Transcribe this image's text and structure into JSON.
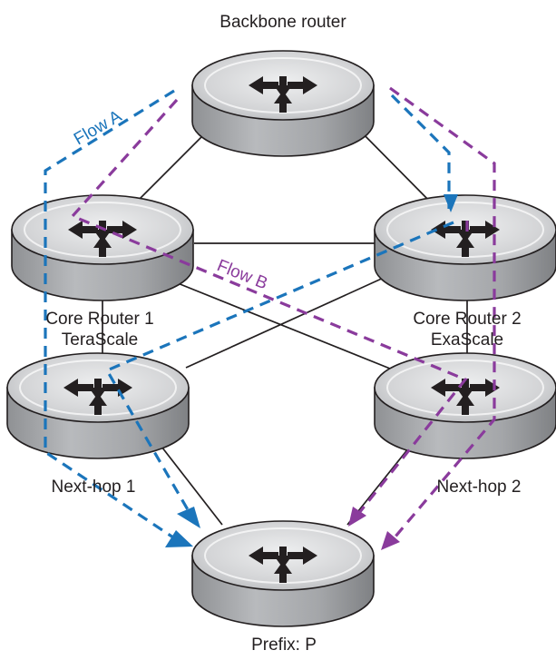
{
  "labels": {
    "backbone": "Backbone router",
    "core1_line1": "Core Router 1",
    "core1_line2": "TeraScale",
    "core2_line1": "Core Router 2",
    "core2_line2": "ExaScale",
    "nexthop1": "Next-hop 1",
    "nexthop2": "Next-hop 2",
    "prefix": "Prefix: P"
  },
  "flows": {
    "a_label": "Flow A",
    "b_label": "Flow B"
  },
  "colors": {
    "flow_a": "#1b75bb",
    "flow_b": "#8a3b9c",
    "links": "#231f20",
    "router_body": "#a8aaad",
    "router_top": "#d7d8da"
  },
  "icons": {
    "router": "router-icon"
  }
}
